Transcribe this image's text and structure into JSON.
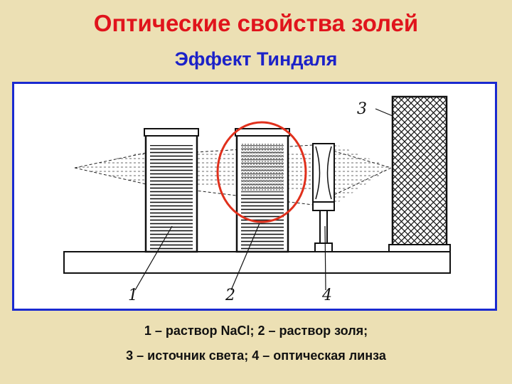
{
  "slide": {
    "title": "Оптические свойства золей",
    "subtitle": "Эффект Тиндаля"
  },
  "diagram": {
    "labels": [
      "1",
      "2",
      "3",
      "4"
    ],
    "highlight_color": "#e0301c"
  },
  "caption": {
    "line1": "1 – раствор NaCl;  2 – раствор золя;",
    "line2": "3 – источник света; 4 – оптическая линза"
  },
  "colors": {
    "background": "#ece0b4",
    "title": "#e0141c",
    "subtitle": "#1c22c8",
    "frame_border": "#1a2ad0"
  }
}
